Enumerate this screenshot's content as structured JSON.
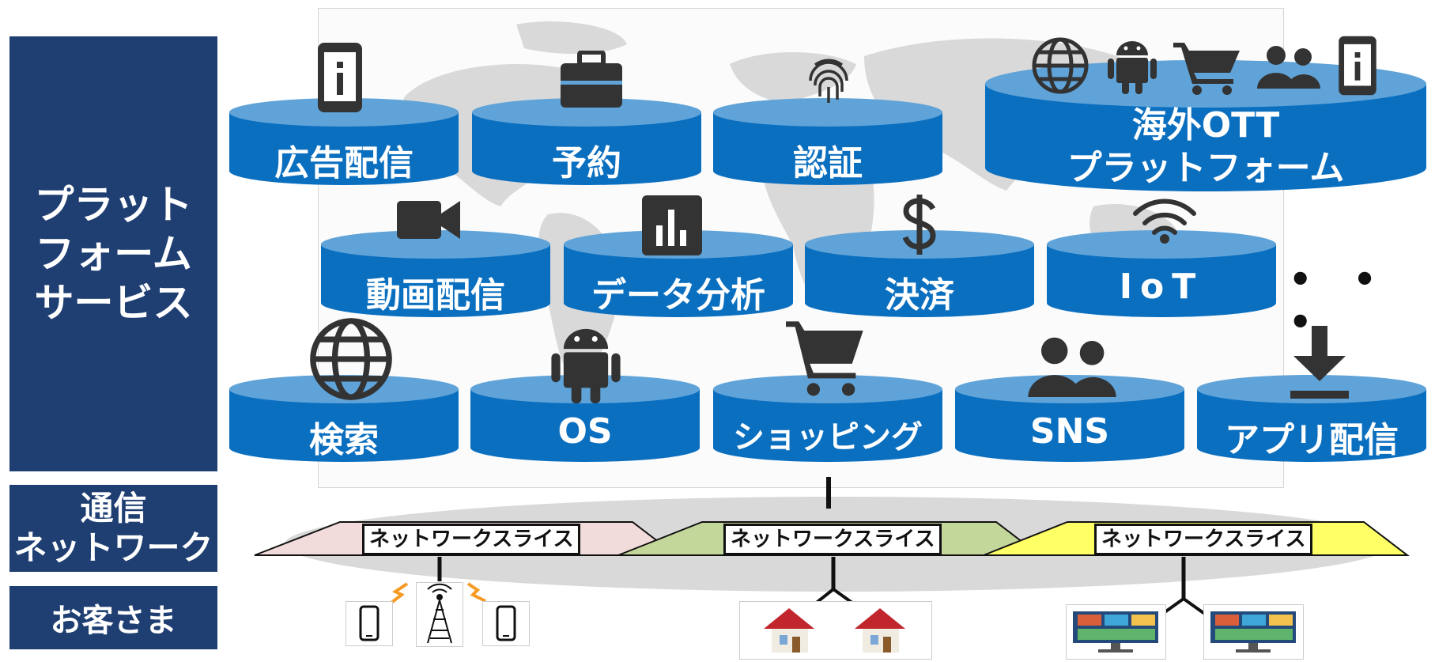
{
  "side_labels": {
    "platform": [
      "プラット",
      "フォーム",
      "サービス"
    ],
    "network": [
      "通信",
      "ネットワーク"
    ],
    "customer": "お客さま"
  },
  "services": {
    "ad": "広告配信",
    "reservation": "予約",
    "auth": "認証",
    "ott_line1": "海外OTT",
    "ott_line2": "プラットフォーム",
    "video": "動画配信",
    "data": "データ分析",
    "payment": "決済",
    "iot": "IoT",
    "search": "検索",
    "os": "OS",
    "shopping": "ショッピング",
    "sns": "SNS",
    "app": "アプリ配信"
  },
  "ellipsis": "• • •",
  "network_slices": [
    "ネットワークスライス",
    "ネットワークスライス",
    "ネットワークスライス"
  ],
  "icons": {
    "ad": "phone-info-icon",
    "reservation": "briefcase-icon",
    "auth": "fingerprint-icon",
    "ott": [
      "globe-icon",
      "android-icon",
      "cart-icon",
      "people-icon",
      "phone-info-icon"
    ],
    "video": "video-camera-icon",
    "data": "bar-chart-icon",
    "payment": "dollar-icon",
    "iot": "wifi-icon",
    "search": "globe-icon",
    "os": "android-icon",
    "shopping": "cart-icon",
    "sns": "people-icon",
    "app": "download-icon",
    "customers": [
      "smartphone-icon",
      "antenna-icon",
      "smartphone-icon",
      "house-icon",
      "house-icon",
      "tv-icon",
      "tv-icon"
    ]
  },
  "colors": {
    "side_panel": "#1f3f73",
    "disk_body": "#0b6fc0",
    "disk_top": "#5fa3d8",
    "slice_pink": "#f2dcdb",
    "slice_green": "#c4d79b",
    "slice_yellow": "#ffff66"
  }
}
